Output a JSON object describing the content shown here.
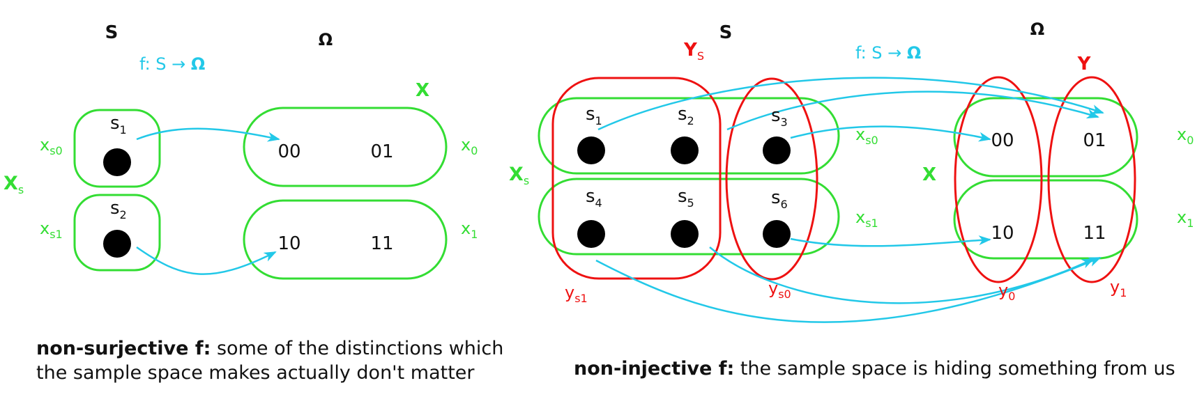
{
  "colors": {
    "green": "#33dd33",
    "cyan": "#22c8e8",
    "red": "#ee1111",
    "black": "#111111"
  },
  "left": {
    "set_s": "S",
    "set_omega": "Ω",
    "func_prefix": "f: S → ",
    "func_omega": "Ω",
    "x_label": "X",
    "xs": "X",
    "xs_sub": "s",
    "s1": "s",
    "s1_sub": "1",
    "s2": "s",
    "s2_sub": "2",
    "xs0": "x",
    "xs0_sub": "s0",
    "xs1": "x",
    "xs1_sub": "s1",
    "x0": "x",
    "x0_sub": "0",
    "x1": "x",
    "x1_sub": "1",
    "o00": "00",
    "o01": "01",
    "o10": "10",
    "o11": "11",
    "caption_bold": "non-surjective f:",
    "caption_rest": " some of the distinctions which the sample space makes actually don't matter"
  },
  "right": {
    "set_s": "S",
    "set_omega": "Ω",
    "func_prefix": "f: S → ",
    "func_omega": "Ω",
    "ys": "Y",
    "ys_sub": "S",
    "y": "Y",
    "x_label": "X",
    "xs": "X",
    "xs_sub": "s",
    "s1": "s",
    "s1_sub": "1",
    "s2": "s",
    "s2_sub": "2",
    "s3": "s",
    "s3_sub": "3",
    "s4": "s",
    "s4_sub": "4",
    "s5": "s",
    "s5_sub": "5",
    "s6": "s",
    "s6_sub": "6",
    "xs0": "x",
    "xs0_sub": "s0",
    "xs1": "x",
    "xs1_sub": "s1",
    "x0": "x",
    "x0_sub": "0",
    "x1": "x",
    "x1_sub": "1",
    "ys1": "y",
    "ys1_sub": "s1",
    "ys0": "y",
    "ys0_sub": "s0",
    "y0": "y",
    "y0_sub": "0",
    "y1": "y",
    "y1_sub": "1",
    "o00": "00",
    "o01": "01",
    "o10": "10",
    "o11": "11",
    "caption_bold": "non-injective f:",
    "caption_rest": " the sample space is hiding something from us"
  }
}
